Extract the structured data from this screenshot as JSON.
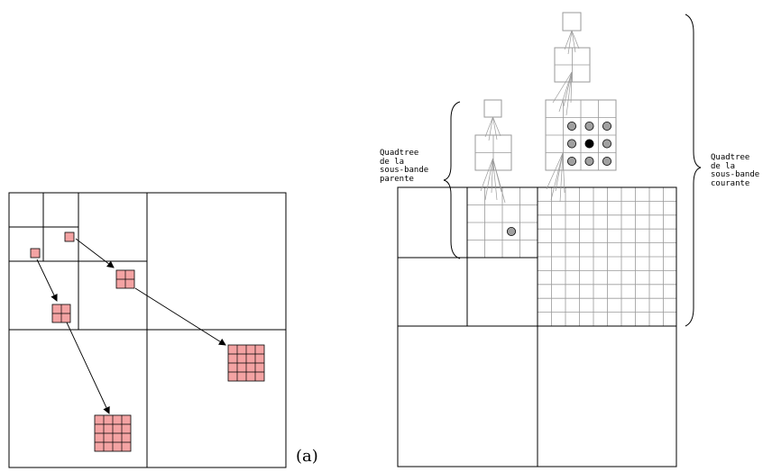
{
  "caption": "(a)",
  "labels": {
    "parent_quadtree": [
      "Quadtree",
      "de la",
      "sous-bande",
      "parente"
    ],
    "current_quadtree": [
      "Quadtree",
      "de la",
      "sous-bande",
      "courante"
    ]
  },
  "colors": {
    "line": "#000000",
    "grid": "#9a9a9a",
    "block_fill": "#f4a3a3",
    "node_fill": "#a0a0a0",
    "current_node": "#000000"
  }
}
